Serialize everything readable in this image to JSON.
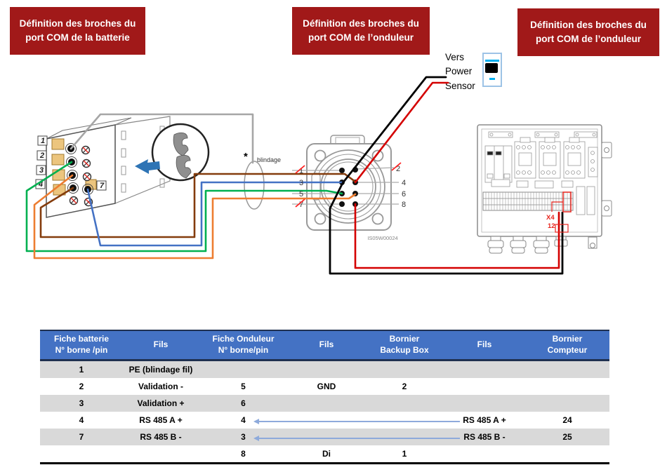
{
  "banners": {
    "battery": "Définition des broches du\nport COM de la batterie",
    "inverter_left": "Définition des broches du\nport COM de l’onduleur",
    "inverter_right": "Définition des broches du\nport COM de l’onduleur"
  },
  "power_sensor": {
    "label": "Vers\nPower\nSensor"
  },
  "diagram": {
    "shield_marker": "*",
    "shield_label": "blindage",
    "connector_code": "IS05W00024",
    "battery_pin_tags": [
      "1",
      "2",
      "3",
      "4",
      "7"
    ],
    "connector_pins_left": [
      "1",
      "3",
      "5",
      "7"
    ],
    "connector_pins_right": [
      "2",
      "4",
      "6",
      "8"
    ],
    "backup_box": {
      "terminal_label": "X4",
      "terminal_number": "12"
    }
  },
  "table": {
    "columns": [
      "Fiche batterie\nN° borne /pin",
      "Fils",
      "Fiche Onduleur\nN° borne/pin",
      "Fils",
      "Bornier\nBackup Box",
      "Fils",
      "Bornier\nCompteur"
    ],
    "rows": [
      [
        "1",
        "PE (blindage fil)",
        "",
        "",
        "",
        "",
        ""
      ],
      [
        "2",
        "Validation -",
        "5",
        "GND",
        "2",
        "",
        ""
      ],
      [
        "3",
        "Validation +",
        "6",
        "",
        "",
        "",
        ""
      ],
      [
        "4",
        "RS 485 A +",
        "4",
        "",
        "",
        "RS 485 A +",
        "24"
      ],
      [
        "7",
        "RS 485 B -",
        "3",
        "",
        "",
        "RS 485 B -",
        "25"
      ],
      [
        "",
        "",
        "8",
        "Di",
        "1",
        "",
        ""
      ]
    ]
  },
  "colors": {
    "banner_red": "#A11919",
    "table_header_blue": "#4472C4",
    "table_row_gray": "#D9D9D9",
    "arrow_blue": "#8EAADB",
    "wire_gray": "#A6A6A6",
    "wire_green": "#00B050",
    "wire_orange": "#ED7D31",
    "wire_brown": "#843C0C",
    "wire_blue": "#4472C4",
    "wire_red": "#D40000",
    "wire_black": "#000000",
    "annotation_red": "#E8261F"
  }
}
